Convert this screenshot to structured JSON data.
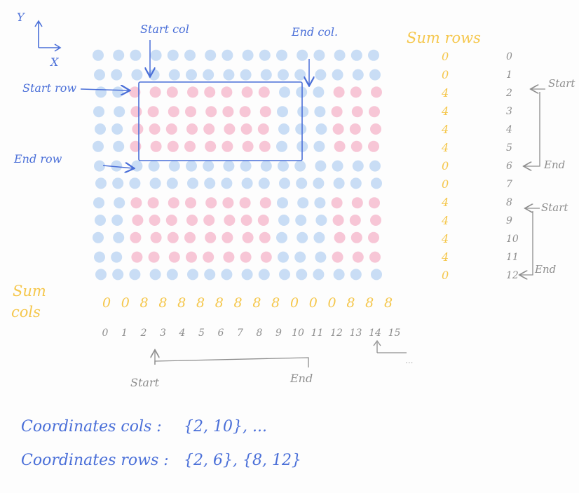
{
  "axes": {
    "y": "Y",
    "x": "X"
  },
  "labels": {
    "start_col": "Start col",
    "end_col": "End col.",
    "start_row": "Start row",
    "end_row": "End row",
    "sum_rows": "Sum rows",
    "sum_cols_line1": "Sum",
    "sum_cols_line2": "cols",
    "start_bottom": "Start",
    "end_bottom": "End",
    "start_right_1": "Start",
    "end_right_1": "End",
    "start_right_2": "Start",
    "end_right_2": "End",
    "col_ellipsis": "..."
  },
  "colors": {
    "blue_dot": "#c9ddf5",
    "pink_dot": "#f7c6d6",
    "blue_ink": "#4a6fd8",
    "yellow_ink": "#f5c74c",
    "gray_ink": "#8e8e8e"
  },
  "grid": {
    "rows": 13,
    "cols": 16,
    "row_sums": [
      "0",
      "0",
      "4",
      "4",
      "4",
      "4",
      "0",
      "0",
      "4",
      "4",
      "4",
      "4",
      "0"
    ],
    "col_sums": [
      "0",
      "0",
      "8",
      "8",
      "8",
      "8",
      "8",
      "8",
      "8",
      "8",
      "0",
      "0",
      "0",
      "8",
      "8",
      "8"
    ],
    "row_indices": [
      "0",
      "1",
      "2",
      "3",
      "4",
      "5",
      "6",
      "7",
      "8",
      "9",
      "10",
      "11",
      "12"
    ],
    "col_indices": [
      "0",
      "1",
      "2",
      "3",
      "4",
      "5",
      "6",
      "7",
      "8",
      "9",
      "10",
      "11",
      "12",
      "13",
      "14",
      "15"
    ],
    "pink_blocks": [
      {
        "row_start": 2,
        "row_end": 5,
        "col_start": 2,
        "col_end": 9
      },
      {
        "row_start": 2,
        "row_end": 5,
        "col_start": 13,
        "col_end": 15
      },
      {
        "row_start": 8,
        "row_end": 11,
        "col_start": 2,
        "col_end": 9
      },
      {
        "row_start": 8,
        "row_end": 11,
        "col_start": 13,
        "col_end": 15
      }
    ]
  },
  "notes": {
    "coords_cols_label": "Coordinates cols :",
    "coords_cols_value": "{2, 10}, ...",
    "coords_rows_label": "Coordinates rows :",
    "coords_rows_value": "{2, 6}, {8, 12}"
  }
}
